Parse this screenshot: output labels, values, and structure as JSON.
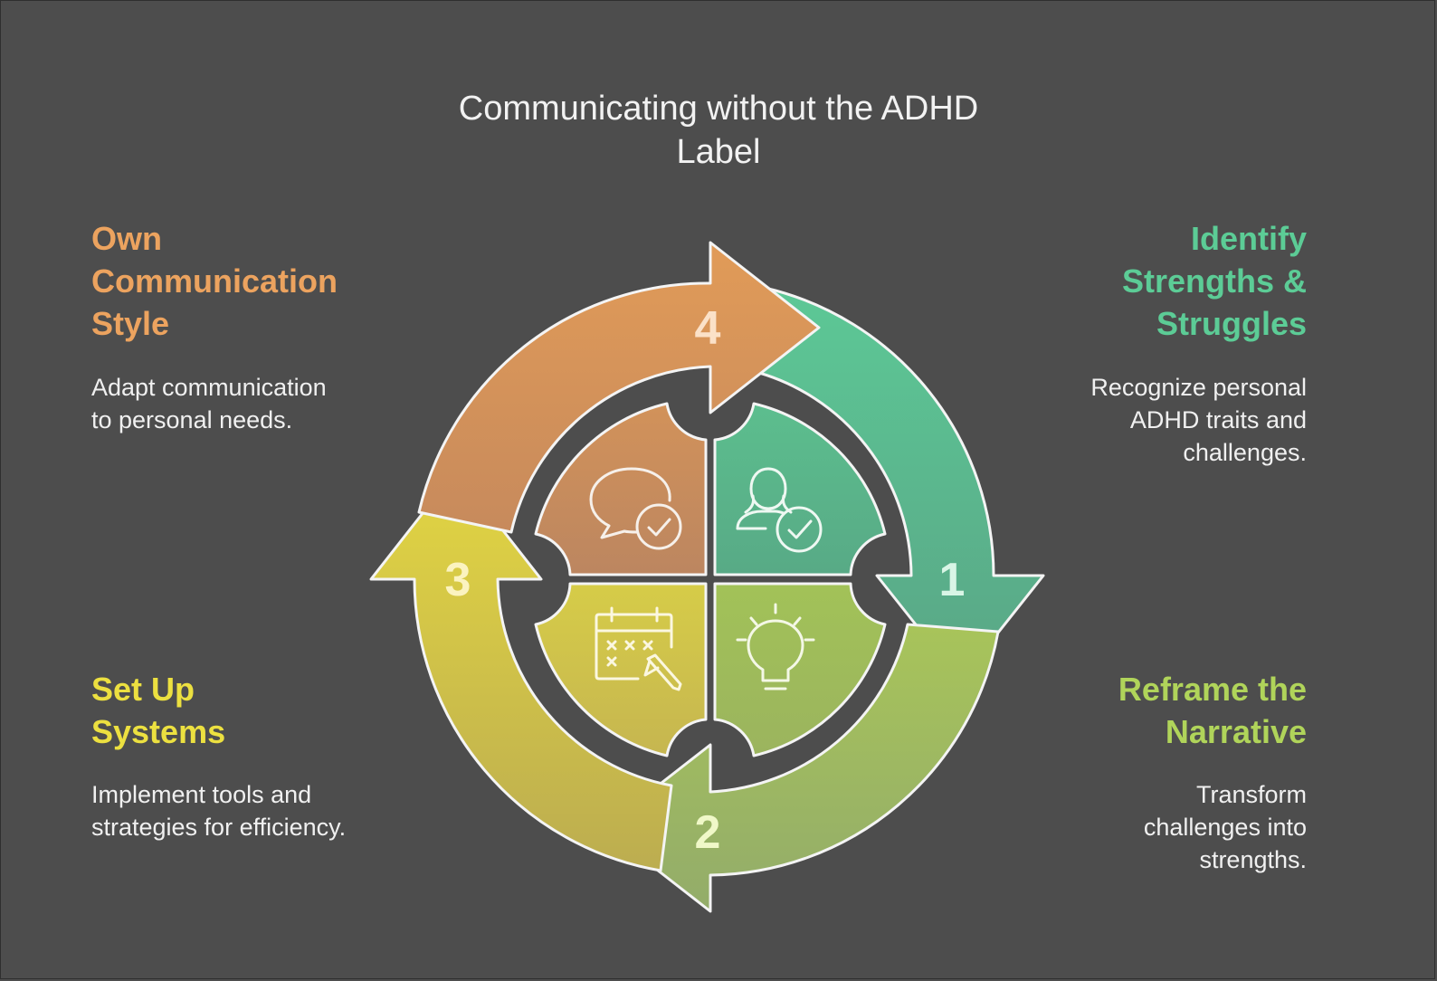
{
  "title": "Communicating without the ADHD Label",
  "colors": {
    "background": "#4d4d4d",
    "step1": "#5cc495",
    "step2": "#a2c25c",
    "step3": "#dfd043",
    "step4": "#dd9a5a"
  },
  "steps": [
    {
      "number": "1",
      "heading": "Identify Strengths & Struggles",
      "description": "Recognize personal ADHD traits and challenges.",
      "icon": "person-check-icon",
      "color": "#5ccc96"
    },
    {
      "number": "2",
      "heading": "Reframe the Narrative",
      "description": "Transform challenges into strengths.",
      "icon": "lightbulb-icon",
      "color": "#b0d45a"
    },
    {
      "number": "3",
      "heading": "Set Up Systems",
      "description": "Implement tools and strategies for efficiency.",
      "icon": "calendar-edit-icon",
      "color": "#ece040"
    },
    {
      "number": "4",
      "heading": "Own Communication Style",
      "description": "Adapt communication to personal needs.",
      "icon": "chat-check-icon",
      "color": "#eca35f"
    }
  ]
}
